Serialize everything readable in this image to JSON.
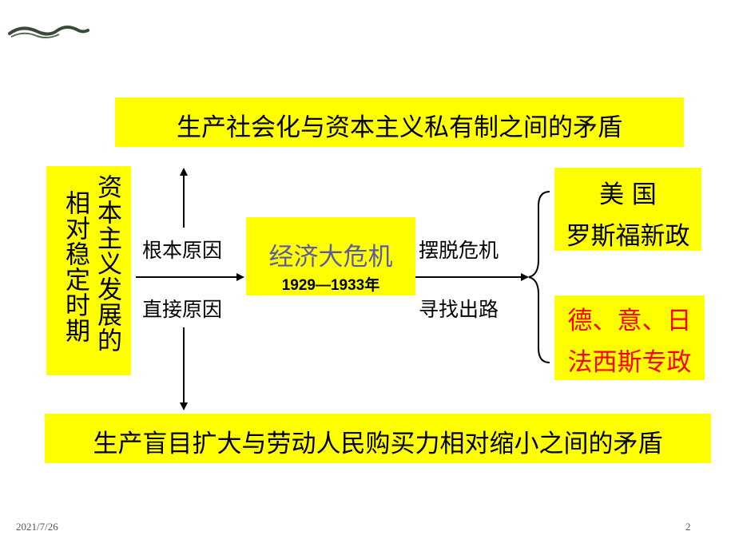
{
  "top_cause": "生产社会化与资本主义私有制之间的矛盾",
  "left_period": {
    "col_right": "资本主义发展的",
    "col_left": "相对稳定时期"
  },
  "root_cause_label": "根本原因",
  "direct_cause_label": "直接原因",
  "crisis": {
    "title": "经济大危机",
    "years": "1929—1933年"
  },
  "escape_label": "摆脱危机",
  "path_label": "寻找出路",
  "usa": {
    "country": "美 国",
    "policy": "罗斯福新政"
  },
  "fascist": {
    "countries": "德、意、日",
    "policy": "法西斯专政"
  },
  "bottom_cause": "生产盲目扩大与劳动人民购买力相对缩小之间的矛盾",
  "footer": {
    "date": "2021/7/26",
    "page": "2"
  },
  "colors": {
    "highlight": "#ffff00",
    "crisis_text": "#5a5aaa",
    "fascist_text": "#ff0000"
  }
}
